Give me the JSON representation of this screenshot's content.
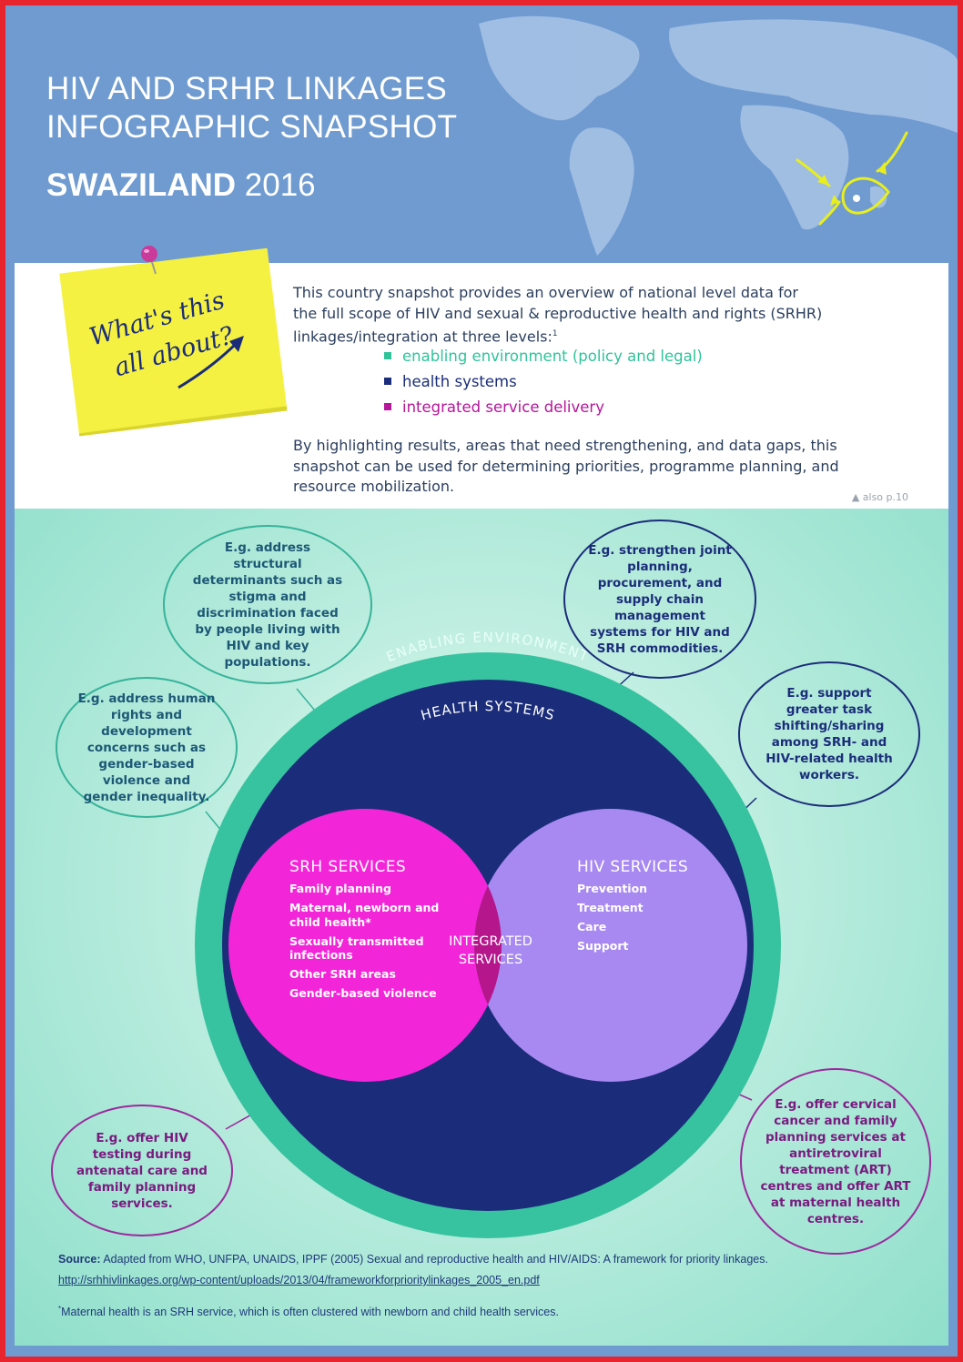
{
  "header": {
    "title_line1": "HIV AND SRHR LINKAGES",
    "title_line2": "INFOGRAPHIC SNAPSHOT",
    "country": "SWAZILAND",
    "year": "2016"
  },
  "colors": {
    "header_bg": "#6f9bd1",
    "border": "#e8252f",
    "enabling_green": "#37c3a0",
    "health_navy": "#1b2d7a",
    "srh_pink": "#f225d8",
    "hiv_purple": "#a889f2",
    "overlap": "#b5168c",
    "sticky_yellow": "#f4f142"
  },
  "intro": {
    "sticky_line1": "What's this",
    "sticky_line2": "all about?",
    "paragraph1_line1": "This country snapshot provides an overview of national level data for",
    "paragraph1_line2": "the full scope of HIV and sexual & reproductive health and rights (SRHR)",
    "paragraph1_line3": "linkages/integration at three levels:",
    "footnote_mark": "1",
    "levels": [
      {
        "label": "enabling environment (policy and legal)",
        "color": "#2fc39a"
      },
      {
        "label": "health systems",
        "color": "#1b2d7a"
      },
      {
        "label": "integrated service delivery",
        "color": "#b5169a"
      }
    ],
    "paragraph2_line1": "By highlighting results, areas that need strengthening, and data gaps, this",
    "paragraph2_line2": "snapshot can be used for determining priorities, programme planning, and",
    "paragraph2_line3": "resource mobilization.",
    "also_ref": "▲ also p.10"
  },
  "diagram": {
    "ring_label": "ENABLING ENVIRONMENT",
    "inner_label": "HEALTH SYSTEMS",
    "srh_title": "SRH SERVICES",
    "srh_items": [
      "Family planning",
      "Maternal, newborn and child health*",
      "Sexually transmitted infections",
      "Other SRH areas",
      "Gender-based violence"
    ],
    "hiv_title": "HIV SERVICES",
    "hiv_items": [
      "Prevention",
      "Treatment",
      "Care",
      "Support"
    ],
    "integrated_line1": "INTEGRATED",
    "integrated_line2": "SERVICES",
    "bubbles": {
      "structural": "E.g. address structural determinants such as stigma and discrimination faced by people living with HIV and key populations.",
      "human_rights": "E.g. address human rights and development concerns such as gender-based violence and gender inequality.",
      "joint_planning": "E.g. strengthen joint planning, procurement, and supply chain management systems for HIV and SRH commodities.",
      "task_shifting": "E.g. support greater task shifting/sharing among SRH- and HIV-related health workers.",
      "hiv_testing": "E.g. offer HIV testing during antenatal care and family planning services.",
      "cervical": "E.g. offer cervical cancer and family planning services at antiretroviral treatment (ART) centres and offer ART at maternal health centres."
    }
  },
  "footer": {
    "source_label": "Source:",
    "source_text": " Adapted from WHO, UNFPA, UNAIDS, IPPF (2005) Sexual and reproductive health and HIV/AIDS: A framework for priority linkages.",
    "source_url": "http://srhhivlinkages.org/wp-content/uploads/2013/04/frameworkforprioritylinkages_2005_en.pdf",
    "footnote_mark": "*",
    "footnote": "Maternal health is an SRH service, which is often clustered with newborn and child health services."
  }
}
